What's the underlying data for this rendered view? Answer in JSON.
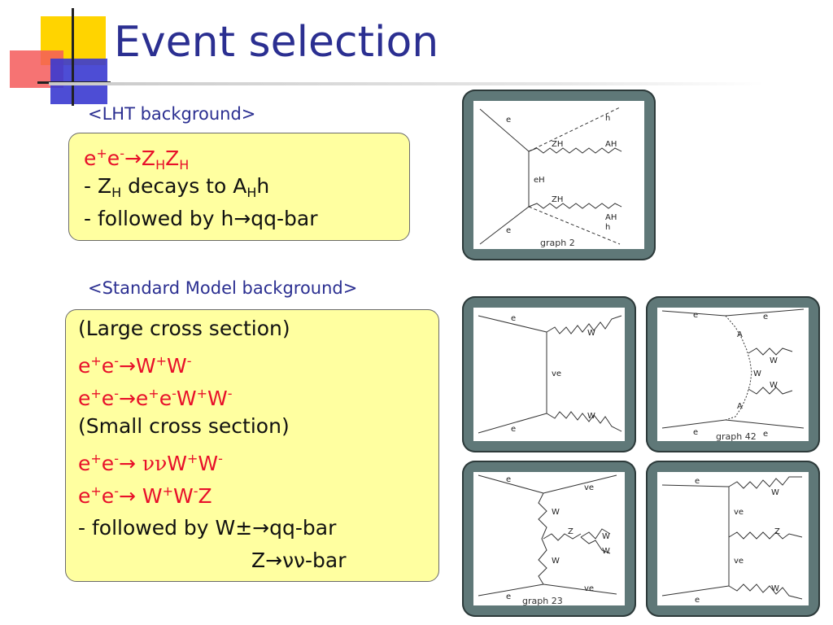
{
  "title": "Event selection",
  "lht": {
    "label": "<LHT background>",
    "lines": [
      {
        "parts": [
          "e",
          "+",
          "e",
          "-",
          "→",
          "Z",
          "H",
          "Z",
          "H"
        ]
      },
      {
        "text": " - Z",
        "sub1": "H",
        "text2": " decays to A",
        "sub2": "H",
        "text3": "h"
      },
      {
        "text": " - followed by h→qq-bar"
      }
    ]
  },
  "sm": {
    "label": "<Standard Model background>",
    "large": "(Large cross section)",
    "small": "(Small cross section)",
    "followed": " - followed by W±→qq-bar",
    "zline": "Z→νν-bar"
  },
  "figures": {
    "graph2": {
      "caption": "graph  2",
      "labels": {
        "e_top": "e",
        "e_bot": "e",
        "zh_top": "ZH",
        "zh_bot": "ZH",
        "eh": "eH",
        "h_top": "h",
        "ah_top": "AH",
        "ah_bot": "AH",
        "h_bot": "h"
      }
    },
    "ww": {
      "labels": {
        "e_top": "e",
        "e_bot": "e",
        "w_top": "W",
        "w_bot": "W",
        "ve": "ve"
      }
    },
    "graph42": {
      "caption": "graph  42",
      "labels": {
        "e1": "e",
        "e2": "e",
        "e3": "e",
        "e4": "e",
        "a1": "A",
        "a2": "A",
        "w1": "W",
        "w2": "W",
        "w3": "W"
      }
    },
    "graph23": {
      "caption": "graph  23",
      "labels": {
        "e_top": "e",
        "e_bot": "e",
        "ve_top": "ve",
        "ve_bot": "ve",
        "w1": "W",
        "w2": "W",
        "z": "Z",
        "w3": "W",
        "w4": "W"
      }
    },
    "zvv": {
      "labels": {
        "e_top": "e",
        "e_bot": "e",
        "w_top": "W",
        "w_bot": "W",
        "ve1": "ve",
        "ve2": "ve",
        "z": "Z"
      }
    }
  }
}
